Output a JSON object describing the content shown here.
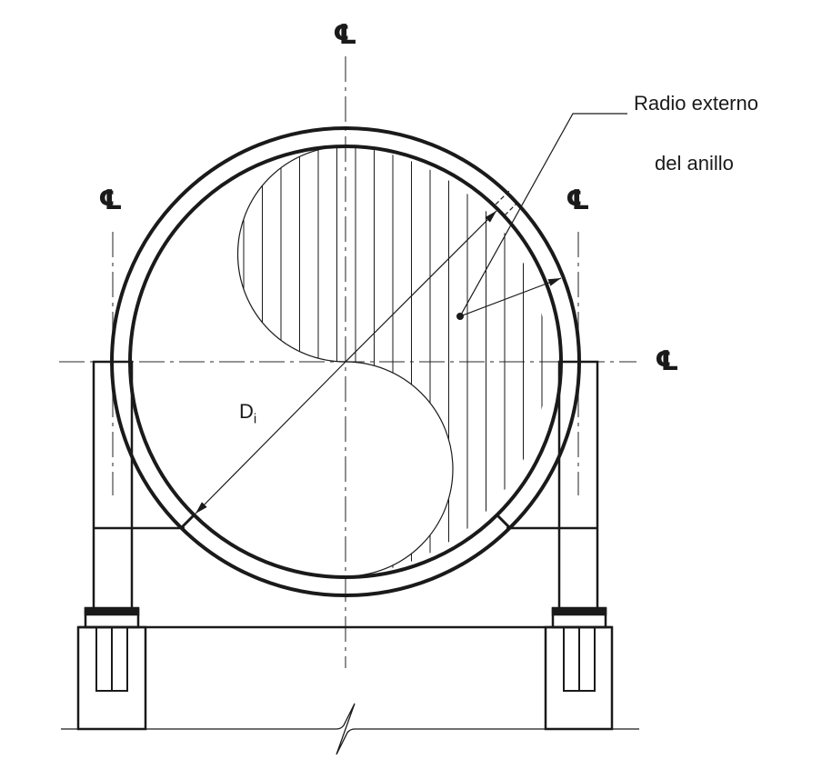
{
  "labels": {
    "outer_radius_line1": "Radio externo",
    "outer_radius_line2": "del anillo",
    "inner_diameter": "D",
    "inner_diameter_sub": "i",
    "centerline_symbol": "℄"
  },
  "colors": {
    "line": "#1a1a1a",
    "centerline": "#555555"
  }
}
